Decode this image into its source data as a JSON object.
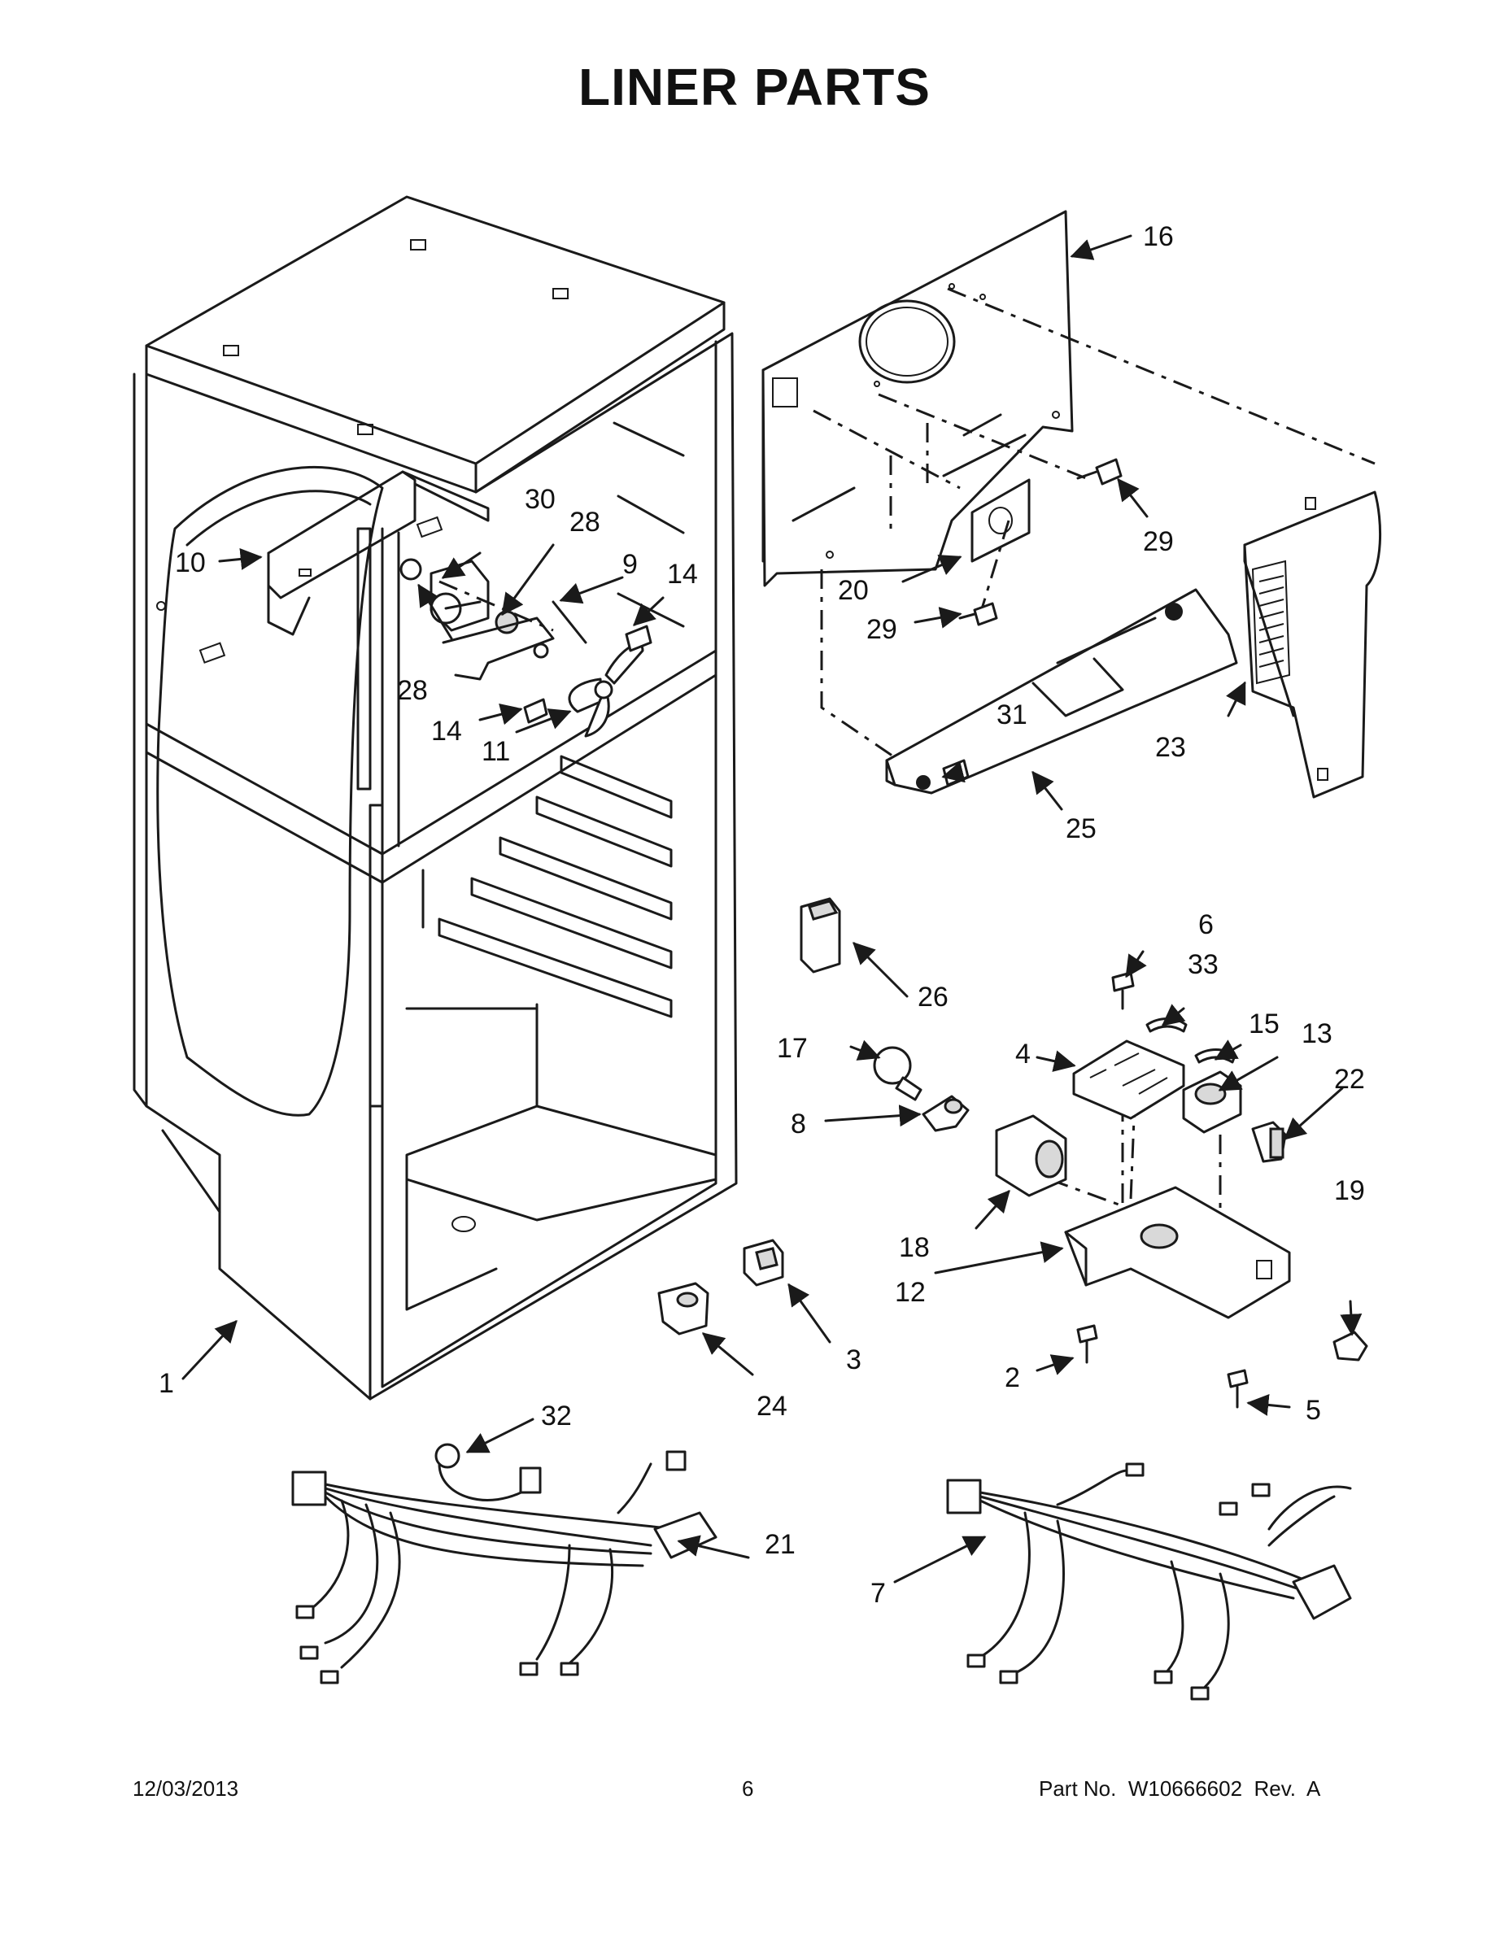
{
  "title": "LINER PARTS",
  "footer": {
    "date": "12/03/2013",
    "page": "6",
    "part_no": "Part No.  W10666602  Rev.  A"
  },
  "callouts": [
    "1",
    "2",
    "3",
    "4",
    "5",
    "6",
    "7",
    "8",
    "9",
    "10",
    "11",
    "12",
    "13",
    "14",
    "14",
    "15",
    "16",
    "17",
    "18",
    "19",
    "20",
    "21",
    "22",
    "23",
    "24",
    "25",
    "26",
    "28",
    "28",
    "29",
    "29",
    "30",
    "31",
    "32",
    "33"
  ]
}
